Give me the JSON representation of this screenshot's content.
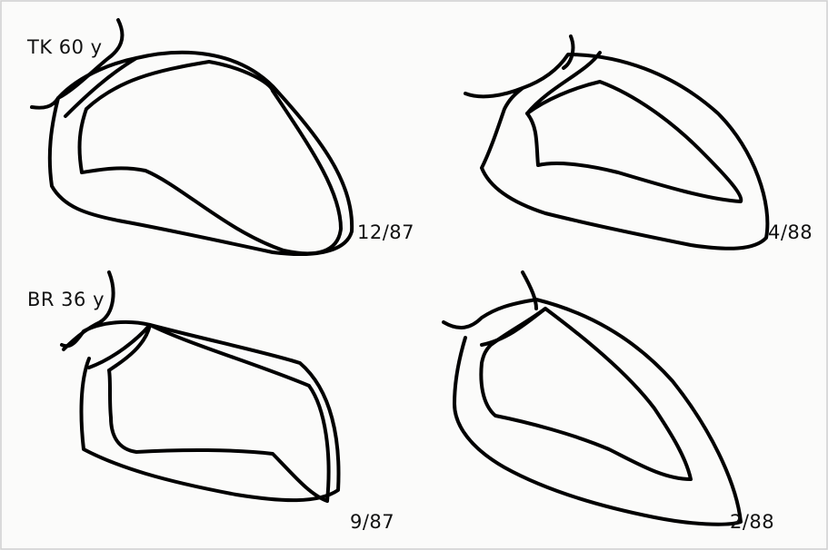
{
  "figure": {
    "panels": [
      {
        "id": "tk-before",
        "subject_label": "TK  60 y",
        "date": "12/87"
      },
      {
        "id": "tk-after",
        "date": "4/88"
      },
      {
        "id": "br-before",
        "subject_label": "BR  36 y",
        "date": "9/87"
      },
      {
        "id": "br-after",
        "date": "2/88"
      }
    ]
  }
}
